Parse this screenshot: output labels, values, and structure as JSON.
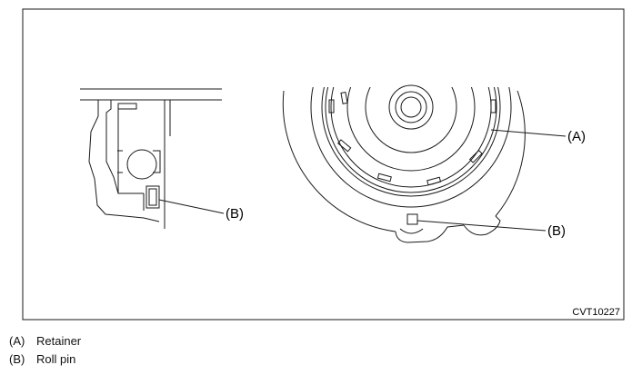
{
  "figure": {
    "code": "CVT10227",
    "callouts": {
      "a": "(A)",
      "b_left": "(B)",
      "b_right": "(B)"
    }
  },
  "legend": [
    {
      "code": "(A)",
      "text": "Retainer"
    },
    {
      "code": "(B)",
      "text": "Roll pin"
    }
  ],
  "colors": {
    "line": "#1a1a1a",
    "background": "#ffffff"
  }
}
